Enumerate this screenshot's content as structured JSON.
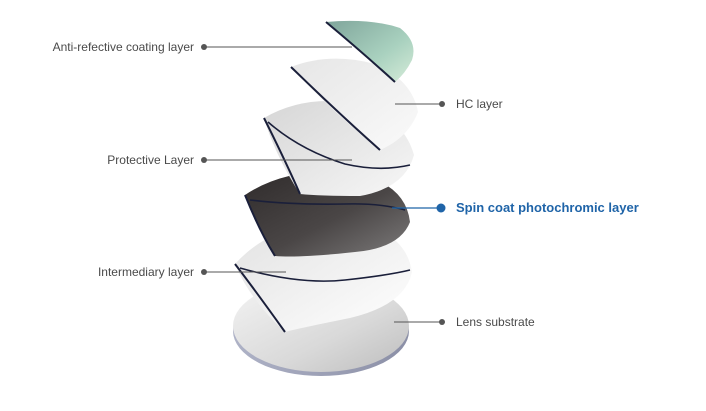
{
  "diagram": {
    "labels": {
      "anti_reflective": "Anti-refective coating layer",
      "hc": "HC layer",
      "protective": "Protective Layer",
      "spin_coat": "Spin coat photochromic layer",
      "intermediary": "Intermediary layer",
      "substrate": "Lens substrate"
    },
    "colors": {
      "highlight": "#1f64a8",
      "leader_line": "#555555",
      "layer_edge": "#1a1f3a",
      "ar_coating": "#a9d1bf",
      "photochromic": "#3e3a3a"
    }
  }
}
